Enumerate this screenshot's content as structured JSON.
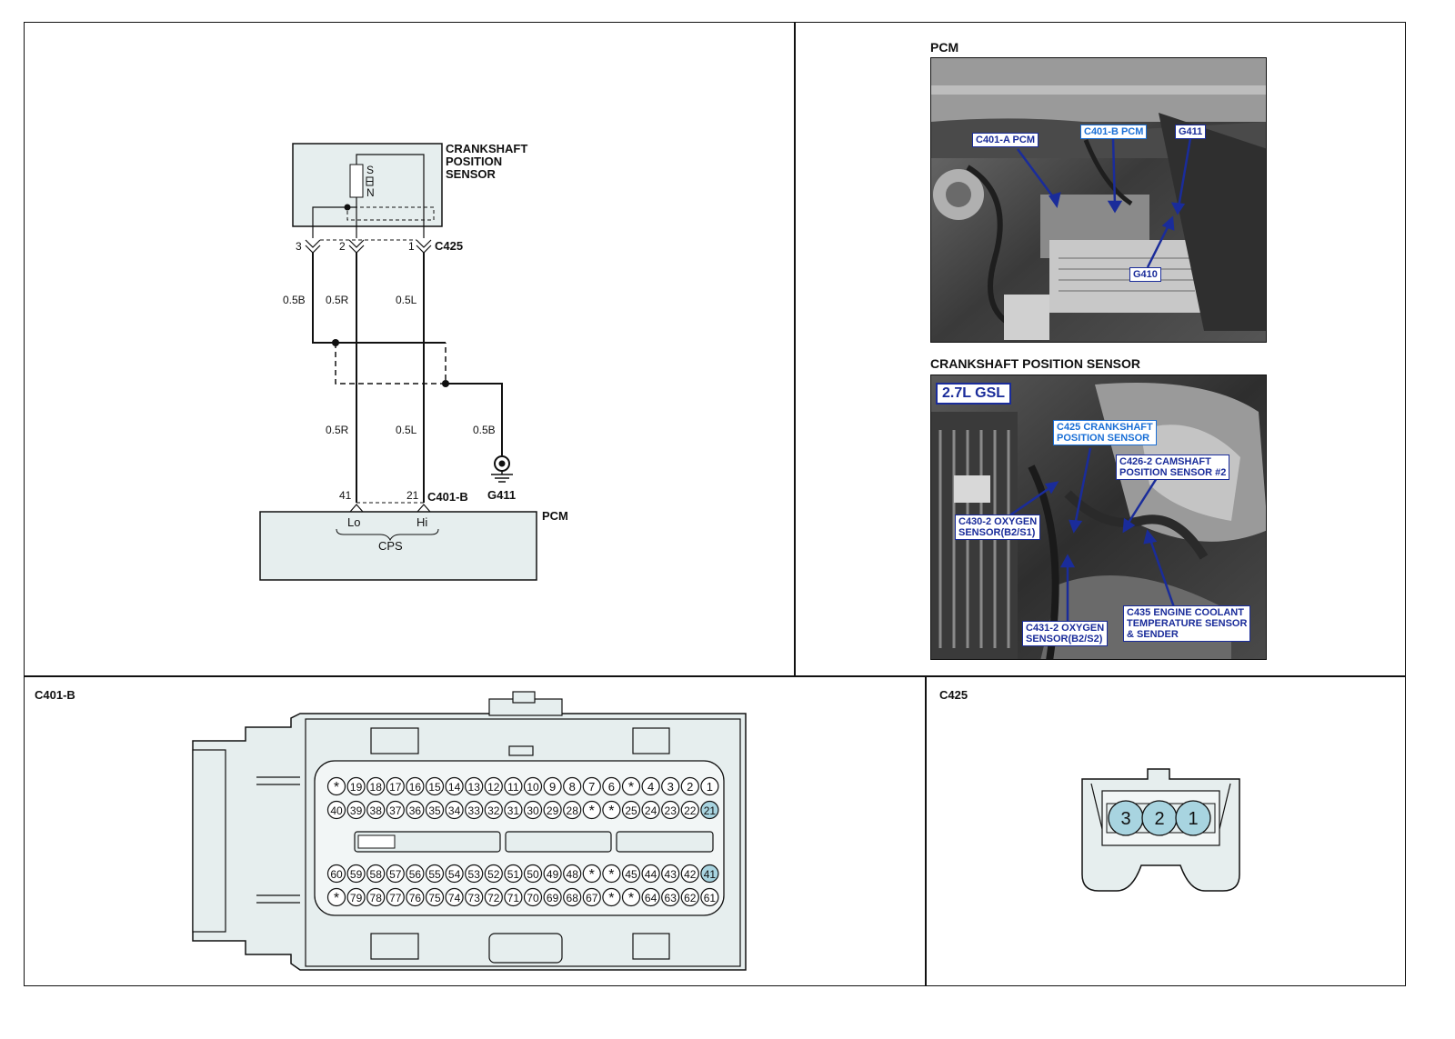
{
  "schematic": {
    "sensor_title": [
      "CRANKSHAFT",
      "POSITION",
      "SENSOR"
    ],
    "sensor_poles": [
      "S",
      "N"
    ],
    "sensor_connector": "C425",
    "sensor_pins": [
      "3",
      "2",
      "1"
    ],
    "wires_upper": [
      "0.5B",
      "0.5R",
      "0.5L"
    ],
    "wires_lower": [
      "0.5R",
      "0.5L",
      "0.5B"
    ],
    "ground": "G411",
    "pcm_connector": "C401-B",
    "pcm_pins": [
      "41",
      "21"
    ],
    "pcm_label": "PCM",
    "pcm_inputs": [
      "Lo",
      "Hi"
    ],
    "pcm_group": "CPS"
  },
  "photo_pcm": {
    "title": "PCM",
    "callouts": {
      "c401a": "C401-A PCM",
      "c401b": "C401-B PCM",
      "g411": "G411",
      "g410": "G410"
    }
  },
  "photo_cps": {
    "title": "CRANKSHAFT POSITION SENSOR",
    "badge": "2.7L GSL",
    "callouts": {
      "c425": "C425 CRANKSHAFT\nPOSITION SENSOR",
      "c426": "C426-2 CAMSHAFT\nPOSITION SENSOR #2",
      "c430": "C430-2 OXYGEN\nSENSOR(B2/S1)",
      "c431": "C431-2 OXYGEN\nSENSOR(B2/S2)",
      "c435": "C435 ENGINE COOLANT\nTEMPERATURE SENSOR\n& SENDER"
    }
  },
  "connector_c401b": {
    "title": "C401-B",
    "rows": [
      [
        "*",
        "19",
        "18",
        "17",
        "16",
        "15",
        "14",
        "13",
        "12",
        "11",
        "10",
        "9",
        "8",
        "7",
        "6",
        "*",
        "4",
        "3",
        "2",
        "1"
      ],
      [
        "40",
        "39",
        "38",
        "37",
        "36",
        "35",
        "34",
        "33",
        "32",
        "31",
        "30",
        "29",
        "28",
        "*",
        "*",
        "25",
        "24",
        "23",
        "22",
        "21"
      ],
      [
        "60",
        "59",
        "58",
        "57",
        "56",
        "55",
        "54",
        "53",
        "52",
        "51",
        "50",
        "49",
        "48",
        "*",
        "*",
        "45",
        "44",
        "43",
        "42",
        "41"
      ],
      [
        "*",
        "79",
        "78",
        "77",
        "76",
        "75",
        "74",
        "73",
        "72",
        "71",
        "70",
        "69",
        "68",
        "67",
        "*",
        "*",
        "64",
        "63",
        "62",
        "61"
      ]
    ],
    "highlighted": [
      "21",
      "41"
    ]
  },
  "connector_c425": {
    "title": "C425",
    "pins": [
      "3",
      "2",
      "1"
    ]
  },
  "colors": {
    "fill": "#e6eeee",
    "pin_highlight": "#a8d4e0",
    "callout": "#1a2c9a",
    "callout_light": "#1a6fd6"
  }
}
